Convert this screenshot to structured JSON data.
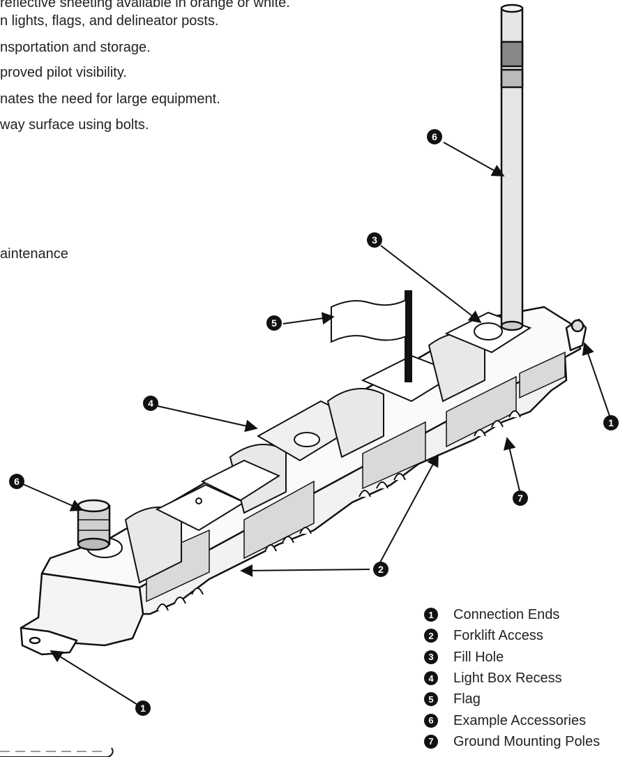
{
  "features": [
    "reflective sheeting available in orange or white.",
    "n lights, flags, and delineator posts.",
    "nsportation and storage.",
    "proved pilot visibility.",
    "nates the need for large equipment.",
    "way surface using bolts.",
    "aintenance"
  ],
  "callouts": {
    "connection_ends_right": "1",
    "connection_ends_left": "1",
    "forklift_access": "2",
    "fill_hole": "3",
    "light_box_recess": "4",
    "flag": "5",
    "accessories_pole": "6",
    "accessories_light": "6",
    "ground_mounting_poles": "7"
  },
  "legend": [
    {
      "num": "1",
      "label": "Connection Ends"
    },
    {
      "num": "2",
      "label": "Forklift Access"
    },
    {
      "num": "3",
      "label": "Fill Hole"
    },
    {
      "num": "4",
      "label": "Light Box Recess"
    },
    {
      "num": "5",
      "label": "Flag"
    },
    {
      "num": "6",
      "label": "Example Accessories"
    },
    {
      "num": "7",
      "label": "Ground Mounting Poles"
    }
  ],
  "colors": {
    "ink": "#111111",
    "body_fill": "#ffffff",
    "panel_shade": "#d9d9d9",
    "pole_fill": "#e6e6e6"
  }
}
